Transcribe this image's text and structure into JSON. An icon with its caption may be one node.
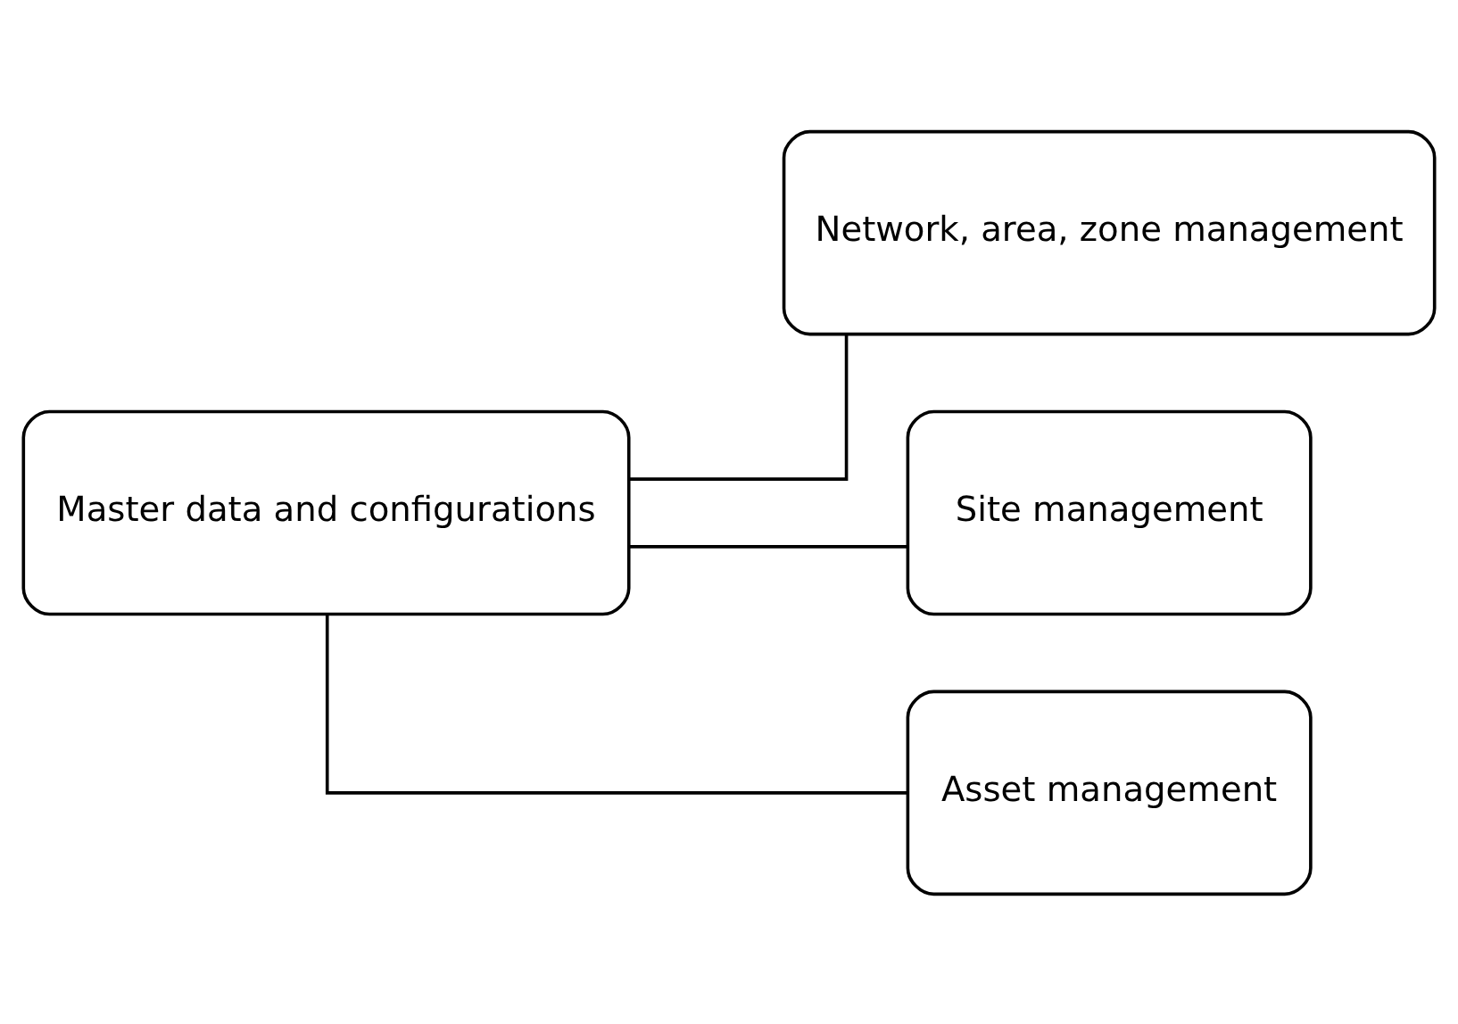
{
  "diagram": {
    "nodes": [
      {
        "text": [
          "Master data and configurations"
        ]
      },
      {
        "text": [
          "Network, area, zone management"
        ]
      },
      {
        "text": [
          "Site management"
        ]
      },
      {
        "text": [
          "Asset management"
        ]
      }
    ],
    "edges": [
      {
        "from": 0,
        "to": 1,
        "arrow": "none"
      },
      {
        "from": 0,
        "to": 2,
        "arrow": "none"
      },
      {
        "from": 0,
        "to": 3,
        "arrow": "none"
      }
    ]
  }
}
